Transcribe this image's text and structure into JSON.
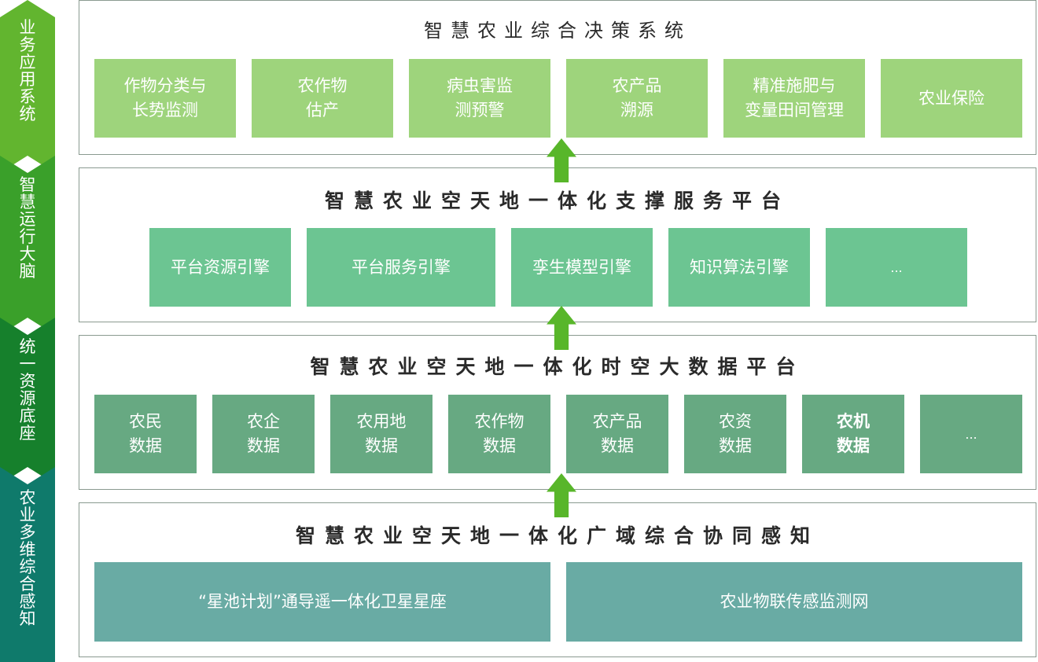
{
  "sidebar": {
    "stages": [
      {
        "label": [
          "业",
          "务",
          "应",
          "用",
          "系",
          "统"
        ]
      },
      {
        "label": [
          "智",
          "慧",
          "运",
          "行",
          "大",
          "脑"
        ]
      },
      {
        "label": [
          "统",
          "一",
          "资",
          "源",
          "底",
          "座"
        ]
      },
      {
        "label": [
          "农",
          "业",
          "多",
          "维",
          "综",
          "合",
          "感",
          "知"
        ]
      }
    ],
    "colors": [
      "#62b52f",
      "#3aa02a",
      "#16802c",
      "#0f7a6b"
    ]
  },
  "layers": [
    {
      "title": "智慧农业综合决策系统",
      "color": "#9ed47c",
      "items": [
        {
          "lines": [
            "作物分类与",
            "长势监测"
          ]
        },
        {
          "lines": [
            "农作物",
            "估产"
          ]
        },
        {
          "lines": [
            "病虫害监",
            "测预警"
          ]
        },
        {
          "lines": [
            "农产品",
            "溯源"
          ]
        },
        {
          "lines": [
            "精准施肥与",
            "变量田间管理"
          ]
        },
        {
          "lines": [
            "农业保险"
          ]
        }
      ]
    },
    {
      "title": "智慧农业空天地一体化支撑服务平台",
      "color": "#6cc592",
      "items": [
        {
          "lines": [
            "平台资源引擎"
          ]
        },
        {
          "lines": [
            "平台服务引擎"
          ]
        },
        {
          "lines": [
            "孪生模型引擎"
          ]
        },
        {
          "lines": [
            "知识算法引擎"
          ]
        },
        {
          "lines": [
            "..."
          ]
        }
      ]
    },
    {
      "title": "智慧农业空天地一体化时空大数据平台",
      "color": "#67a982",
      "items": [
        {
          "lines": [
            "农民",
            "数据"
          ]
        },
        {
          "lines": [
            "农企",
            "数据"
          ]
        },
        {
          "lines": [
            "农用地",
            "数据"
          ]
        },
        {
          "lines": [
            "农作物",
            "数据"
          ]
        },
        {
          "lines": [
            "农产品",
            "数据"
          ]
        },
        {
          "lines": [
            "农资",
            "数据"
          ]
        },
        {
          "lines": [
            "农机",
            "数据"
          ]
        },
        {
          "lines": [
            "..."
          ]
        }
      ]
    },
    {
      "title": "智慧农业空天地一体化广域综合协同感知",
      "color": "#69aba4",
      "items": [
        {
          "lines": [
            "“星池计划”通导遥一体化卫星星座"
          ]
        },
        {
          "lines": [
            "农业物联传感监测网"
          ]
        }
      ]
    }
  ]
}
